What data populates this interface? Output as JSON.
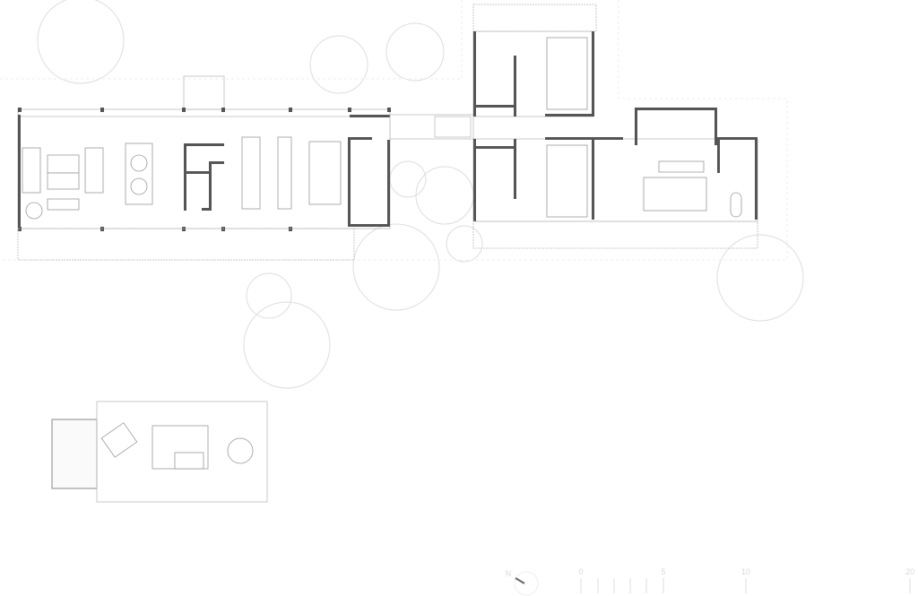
{
  "plan": {
    "type": "architectural floor plan",
    "north_label": "N",
    "scale_bar": {
      "unit_labels": [
        "0",
        "5",
        "10",
        "20"
      ]
    },
    "accent_colors": {
      "walls": "#555555",
      "lines": "#bbbbbb",
      "trees": "#dddddd"
    }
  }
}
